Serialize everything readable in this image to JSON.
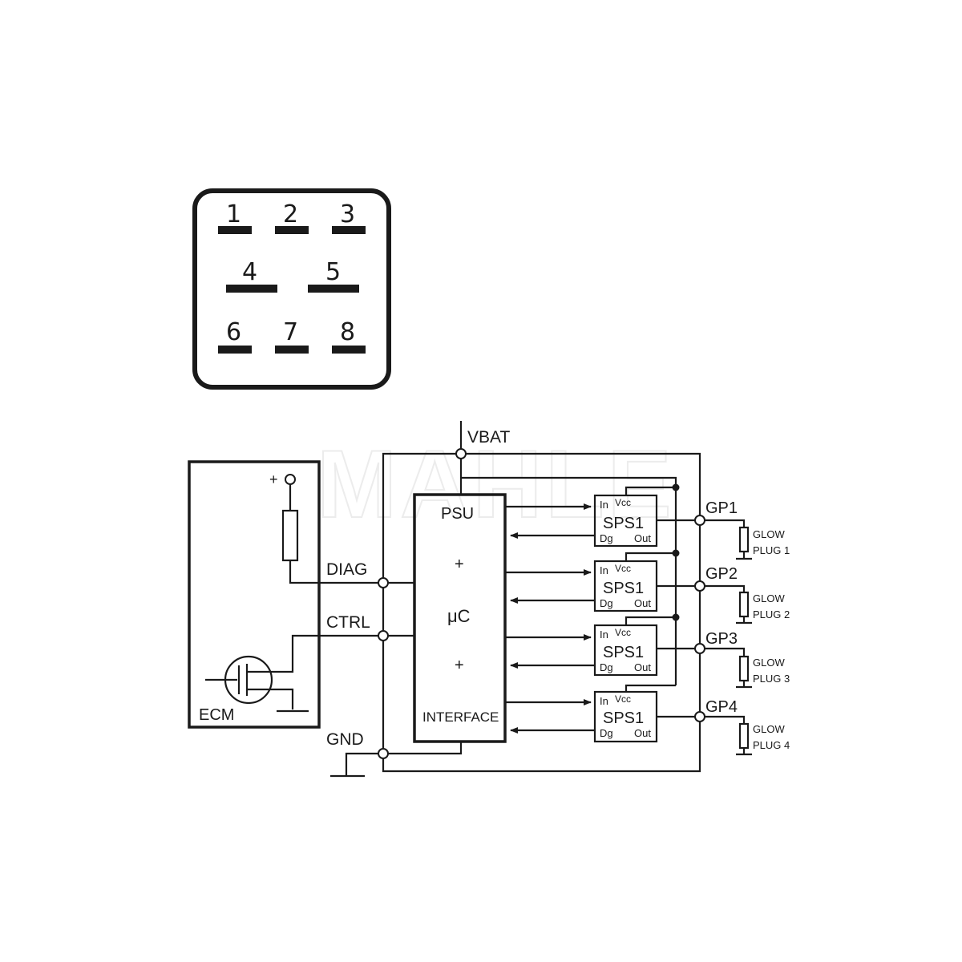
{
  "watermark": "MAHLE",
  "connector": {
    "pins": [
      "1",
      "2",
      "3",
      "4",
      "5",
      "6",
      "7",
      "8"
    ]
  },
  "schematic": {
    "supply_label": "VBAT",
    "ground_label": "GND",
    "ecm_label": "ECM",
    "plus_label": "+",
    "diag_label": "DIAG",
    "ctrl_label": "CTRL",
    "controller": {
      "psu": "PSU",
      "plus_top": "+",
      "uc": "μC",
      "plus_bottom": "+",
      "interface": "INTERFACE"
    },
    "switches": [
      {
        "name": "SPS1",
        "in": "In",
        "vcc": "Vcc",
        "dg": "Dg",
        "out": "Out",
        "output": "GP1",
        "plug_line1": "GLOW",
        "plug_line2": "PLUG 1"
      },
      {
        "name": "SPS1",
        "in": "In",
        "vcc": "Vcc",
        "dg": "Dg",
        "out": "Out",
        "output": "GP2",
        "plug_line1": "GLOW",
        "plug_line2": "PLUG 2"
      },
      {
        "name": "SPS1",
        "in": "In",
        "vcc": "Vcc",
        "dg": "Dg",
        "out": "Out",
        "output": "GP3",
        "plug_line1": "GLOW",
        "plug_line2": "PLUG 3"
      },
      {
        "name": "SPS1",
        "in": "In",
        "vcc": "Vcc",
        "dg": "Dg",
        "out": "Out",
        "output": "GP4",
        "plug_line1": "GLOW",
        "plug_line2": "PLUG 4"
      }
    ]
  }
}
